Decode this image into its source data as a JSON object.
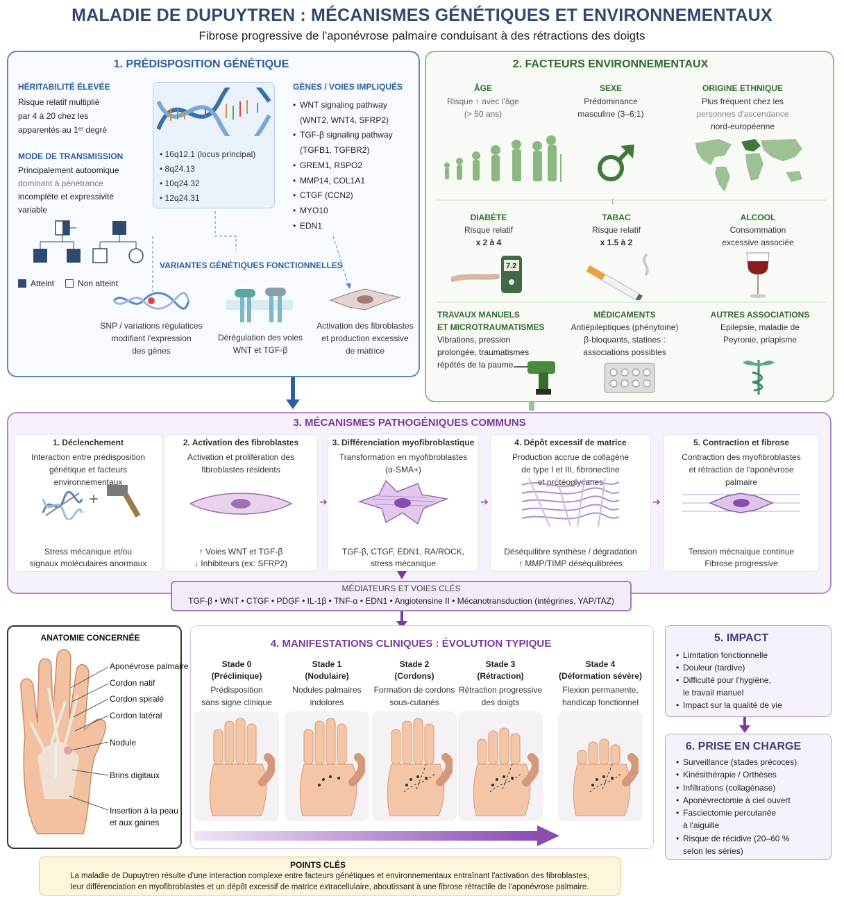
{
  "title": "MALADIE DE DUPUYTREN : MÉCANISMES GÉNÉTIQUES ET ENVIRONNEMENTAUX",
  "subtitle": "Fibrose progressive de l'aponévrose palmaire conduisant à des rétractions des doigts",
  "colors": {
    "blue": "#2d5fa0",
    "green": "#3f7a3a",
    "purple": "#7a3a9c",
    "gold": "#f0c860"
  },
  "genetic": {
    "title": "1. PRÉDISPOSITION GÉNÉTIQUE",
    "heritability_title": "HÉRITABILITÉ ÉLEVÉE",
    "heritability_lines": [
      "Risque relatif multiplié",
      "par 4 à 20 chez les",
      "apparentés au 1ᵉʳ degré"
    ],
    "transmission_title": "MODE DE TRANSMISSION",
    "transmission_lines": [
      "Principalement autoomique",
      "dominant à pénétrance",
      "incomplète et expressivité",
      "variable"
    ],
    "legend_affected": "Atteint",
    "legend_unaffected": "Non atteint",
    "loci": [
      "16q12.1 (locus principal)",
      "8q24.13",
      "10q24.32",
      "12q24.31"
    ],
    "genes_title": "GÈNES / VOIES IMPLIQUÉS",
    "genes": [
      "WNT signaling pathway",
      "(WNT2, WNT4, SFRP2)",
      "TGF-β signaling pathway",
      "(TGFB1, TGFBR2)",
      "GREM1, RSPO2",
      "MMP14, COL1A1",
      "CTGF (CCN2)",
      "MYO10",
      "EDN1"
    ],
    "variants_title": "VARIANTES GÉNÉTIQUES FONCTIONNELLES",
    "variant_snp": [
      "SNP / variations régulatices",
      "modifiant l'expression",
      "des gènes"
    ],
    "variant_wnt": [
      "Dérégulation des voies",
      "WNT et TGF-β"
    ],
    "variant_fib": [
      "Activation des fibroblastes",
      "et production excessive",
      "de matrice"
    ],
    "receptor_labels": [
      "WNT",
      "TGFβ"
    ]
  },
  "env": {
    "title": "2. FACTEURS ENVIRONNEMENTAUX",
    "age_title": "ÂGE",
    "age_lines": [
      "Risque ↑ avec l'âge",
      "(> 50 ans)"
    ],
    "sex_title": "SEXE",
    "sex_lines": [
      "Prédominance",
      "masculine (3–6:1)"
    ],
    "eth_title": "ORIGINE ETHNIQUE",
    "eth_lines": [
      "Plus fréquent chez les",
      "personnes d'ascendance",
      "nord-européenne"
    ],
    "diab_title": "DIABÈTE",
    "diab_lines": [
      "Risque relatif",
      "x 2 à 4"
    ],
    "glucose_value": "7.2",
    "tabac_title": "TABAC",
    "tabac_lines": [
      "Risque relatif",
      "x 1.5 à 2"
    ],
    "alcool_title": "ALCOOL",
    "alcool_lines": [
      "Consommation",
      "excessive associée"
    ],
    "travaux_title": [
      "TRAVAUX MANUELS",
      "ET MICROTRAUMATISMES"
    ],
    "travaux_lines": [
      "Vibrations, pression",
      "prolongée, traumatismes",
      "répétés de la paume"
    ],
    "med_title": "MÉDICAMENTS",
    "med_lines": [
      "Antiépileptiques (phénytoine)",
      "β-bloquants, statines :",
      "associations possibles"
    ],
    "autres_title": "AUTRES ASSOCIATIONS",
    "autres_lines": [
      "Epilepsie, maladie de",
      "Peyronie, priapisme"
    ]
  },
  "mech": {
    "title": "3. MÉCANISMES PATHOGÉNIQUES COMMUNS",
    "steps": [
      {
        "title": "1. Déclenchement",
        "desc": [
          "Interaction entre prédisposition",
          "génétique et facteurs",
          "environnementaux"
        ],
        "foot": [
          "Stress mécanique et/ou",
          "signaux moléculaires anormaux"
        ]
      },
      {
        "title": "2. Activation des fibroblastes",
        "desc": [
          "Activation et prolifération des",
          "fibroblastes résidents"
        ],
        "foot": [
          "↑ Voies WNT et TGF-β",
          "↓ Inhibiteurs (ex: SFRP2)"
        ]
      },
      {
        "title": "3. Différenciation myofibroblastique",
        "desc": [
          "Transformation en myofibroblastes",
          "(α-SMA+)"
        ],
        "foot": [
          "TGF-β, CTGF, EDN1, RA/ROCK,",
          "stress mécanique"
        ]
      },
      {
        "title": "4. Dépôt excessif de matrice",
        "desc": [
          "Production accrue de collagène",
          "de type I et III, fibronectine",
          "et protéoglycanes"
        ],
        "foot": [
          "Déséquilibre synthèse / dégradation",
          "↑ MMP/TIMP déséquilibrées"
        ]
      },
      {
        "title": "5. Contraction et fibrose",
        "desc": [
          "Contraction des myofibroblastes",
          "et rétraction de l'aponévrose",
          "palmaire"
        ],
        "foot": [
          "Tension mécnaique continue",
          "Fibrose progressive"
        ]
      }
    ],
    "mediators_title": "MÉDIATEURS ET VOIES CLÉS",
    "mediators": "TGF-β • WNT • CTGF • PDGF • IL-1β • TNF-α • EDN1 • Angiotensine II • Mécanotransduction (intégrines, YAP/TAZ)"
  },
  "anatomy": {
    "title": "ANATOMIE CONCERNÉE",
    "labels": [
      "Aponévrose palmaire",
      "Cordon natif",
      "Cordon spiralé",
      "Cordon latéral",
      "Nodule",
      "Brins digitaux",
      "Insertion à la peau",
      "et aux gaines"
    ]
  },
  "clinical": {
    "title": "4. MANIFESTATIONS CLINIQUES : ÉVOLUTION TYPIQUE",
    "stages": [
      {
        "name": "Stade 0",
        "sub": "(Préclinique)",
        "desc": [
          "Prédisposition",
          "sans signe clinique"
        ]
      },
      {
        "name": "Stade 1",
        "sub": "(Nodulaire)",
        "desc": [
          "Nodules palmaires",
          "indolores"
        ]
      },
      {
        "name": "Stade 2",
        "sub": "(Cordons)",
        "desc": [
          "Formation de cordons",
          "sous-cutanés"
        ]
      },
      {
        "name": "Stade 3",
        "sub": "(Rétraction)",
        "desc": [
          "Rétraction progressive",
          "des doigts"
        ]
      },
      {
        "name": "Stade 4",
        "sub": "(Déformation sévère)",
        "desc": [
          "Flexion permanente,",
          "handicap fonctionnel"
        ]
      }
    ]
  },
  "impact": {
    "title": "5. IMPACT",
    "items": [
      "Limitation fonctionnelle",
      "Douleur (tardive)",
      "Difficulté pour l'hygiène,",
      "le travail manuel",
      "Impact sur la qualité de vie"
    ]
  },
  "care": {
    "title": "6. PRISE EN CHARGE",
    "items": [
      "Surveillance (stades précoces)",
      "Kinésithérapie / Orthèses",
      "Infiltrations (collagénase)",
      "Aponévrectomie à ciel ouvert",
      "Fasciectomie percutanée",
      "à l'aiguille",
      "Risque de récidive (20–60 %",
      "selon les séries)"
    ]
  },
  "key": {
    "title": "POINTS CLÉS",
    "lines": [
      "La maladie de Dupuytren résulte d'une interaction complexe entre facteurs génétiques et environnementaux entraînant l'activation des fibroblastes,",
      "leur différenciation en myofibroblastes et un dépôt excessif de matrice extracellulaire, aboutissant à une fibrose rétractile de l'aponévrose palmaire."
    ]
  }
}
